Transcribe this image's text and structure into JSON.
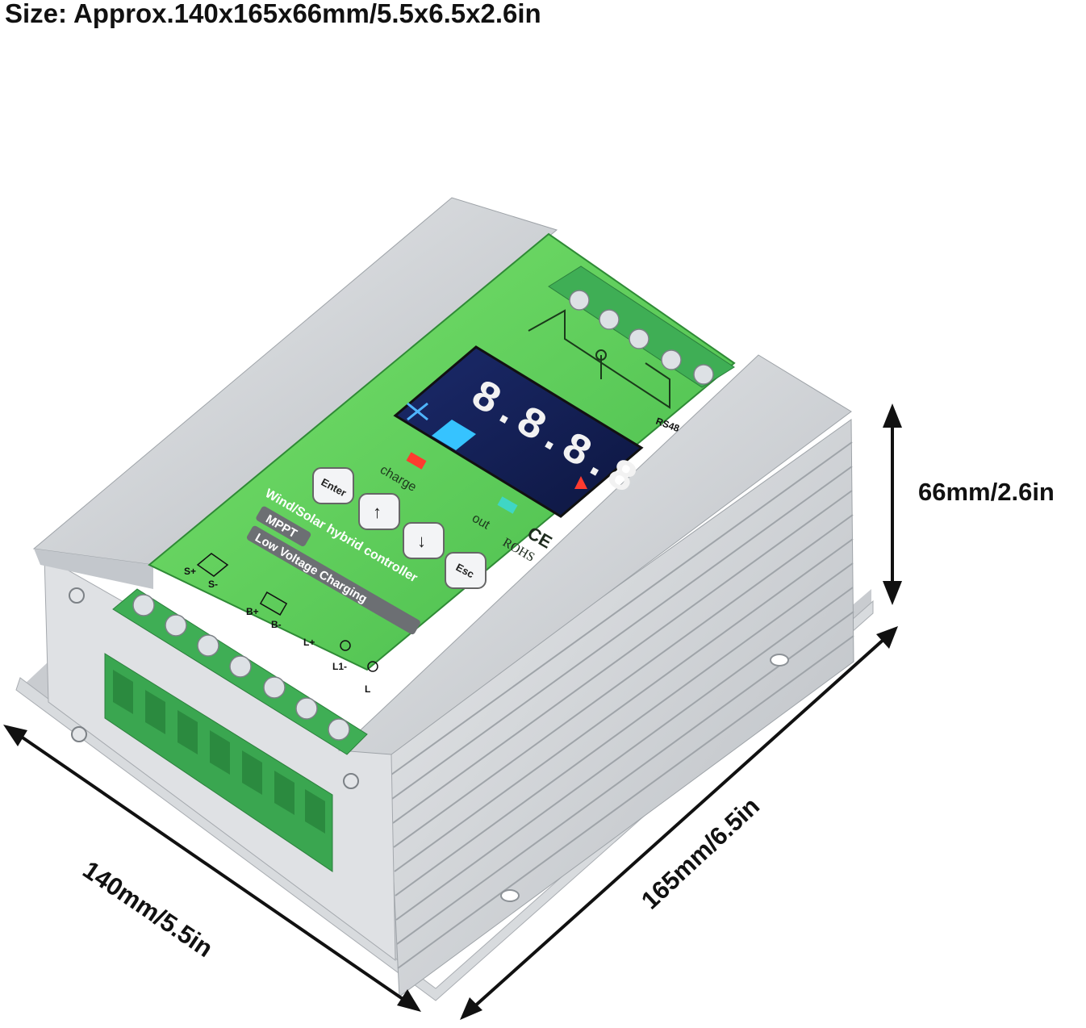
{
  "caption": "Size: Approx.140x165x66mm/5.5x6.5x2.6in",
  "dimensions": {
    "height": "66mm/2.6in",
    "width": "140mm/5.5in",
    "depth": "165mm/6.5in"
  },
  "device": {
    "buttons": {
      "enter": "Enter",
      "up": "↑",
      "down": "↓",
      "esc": "Esc"
    },
    "leds": {
      "charge": "charge",
      "out": "out"
    },
    "lcd_digits": "8.8.8.8",
    "branding": {
      "line1": "Wind/Solar hybrid controller",
      "line2": "MPPT",
      "line3": "Low Voltage Charging"
    },
    "certifications": {
      "ce": "CE",
      "rohs": "ROHS"
    },
    "terminals": {
      "solar_pos": "S+",
      "solar_neg": "S-",
      "battery_pos": "B+",
      "battery_neg": "B-",
      "load_pos": "L+",
      "load1_neg": "L1-",
      "load2_neg": "L",
      "rs485": "RS48"
    }
  },
  "colors": {
    "panel_green": "#5fd35a",
    "aluminum": "#cfd2d6",
    "terminal_green": "#3fae55",
    "arrow": "#111111"
  }
}
